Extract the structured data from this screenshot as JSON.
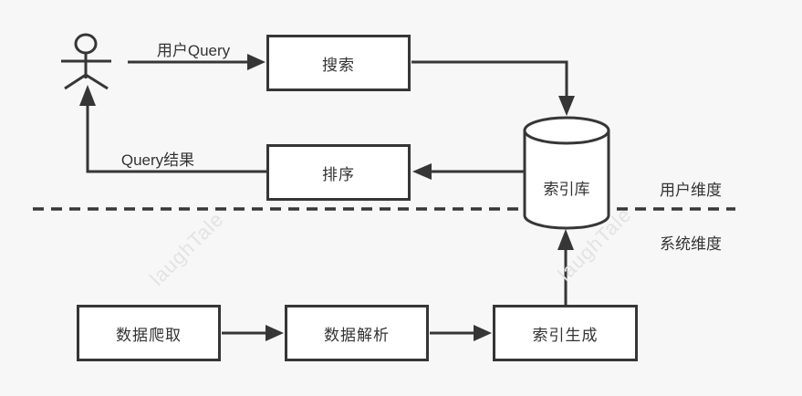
{
  "diagram": {
    "title": "search-engine-architecture-flow",
    "nodes": {
      "search": {
        "label": "搜索"
      },
      "rank": {
        "label": "排序"
      },
      "index_db": {
        "label": "索引库"
      },
      "crawl": {
        "label": "数据爬取"
      },
      "parse": {
        "label": "数据解析"
      },
      "index_gen": {
        "label": "索引生成"
      }
    },
    "edge_labels": {
      "user_query": "用户Query",
      "query_result": "Query结果"
    },
    "zones": {
      "user": "用户维度",
      "system": "系统维度"
    },
    "watermark": "laughTale",
    "colors": {
      "background": "#f7f7f7",
      "stroke": "#363636",
      "node_fill": "#ffffff",
      "text": "#333333",
      "watermark": "#e3e3e3"
    }
  }
}
